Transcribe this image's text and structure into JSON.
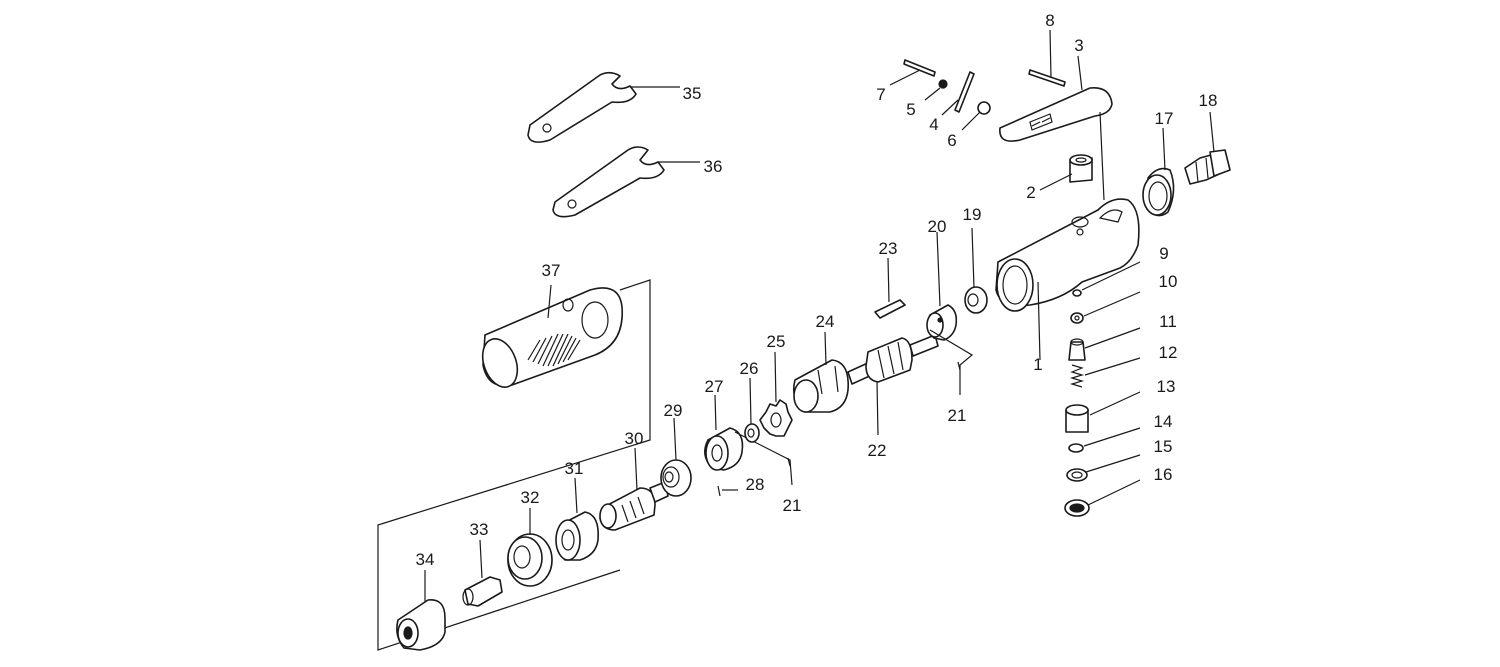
{
  "labels": {
    "p1": "1",
    "p2": "2",
    "p3": "3",
    "p4": "4",
    "p5": "5",
    "p6": "6",
    "p7": "7",
    "p8": "8",
    "p9": "9",
    "p10": "10",
    "p11": "11",
    "p12": "12",
    "p13": "13",
    "p14": "14",
    "p15": "15",
    "p16": "16",
    "p17": "17",
    "p18": "18",
    "p19": "19",
    "p20": "20",
    "p21a": "21",
    "p21b": "21",
    "p22": "22",
    "p23": "23",
    "p24": "24",
    "p25": "25",
    "p26": "26",
    "p27": "27",
    "p28": "28",
    "p29": "29",
    "p30": "30",
    "p31": "31",
    "p32": "32",
    "p33": "33",
    "p34": "34",
    "p35": "35",
    "p36": "36",
    "p37": "37"
  }
}
